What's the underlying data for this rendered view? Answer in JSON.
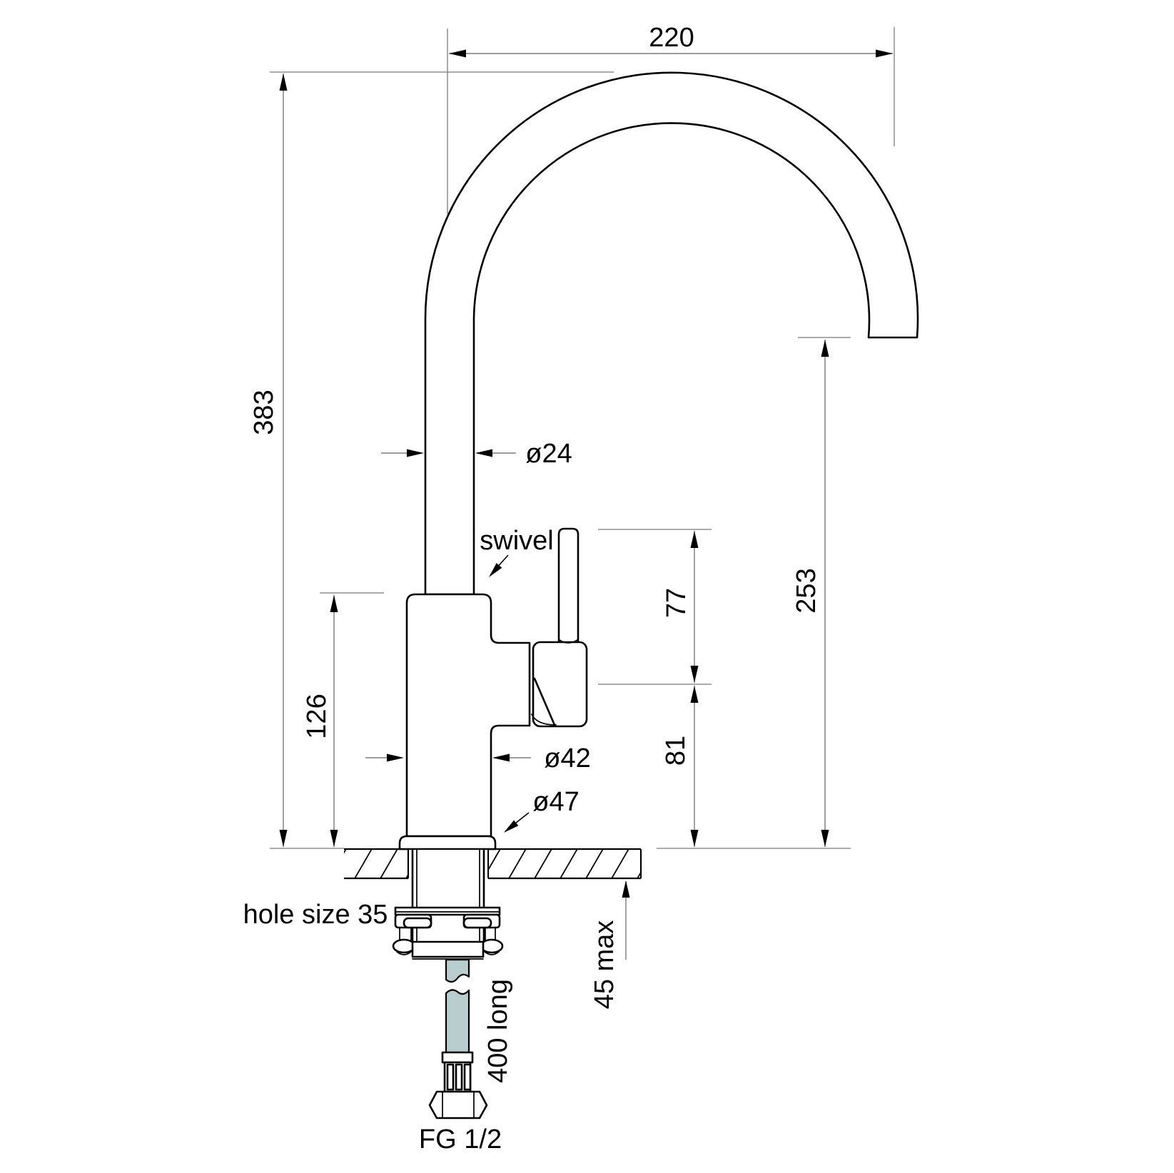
{
  "drawing": {
    "labels": {
      "spout_reach": "220",
      "overall_height": "383",
      "spout_diameter": "ø24",
      "swivel": "swivel",
      "lever_height": "77",
      "spout_clearance": "253",
      "body_height": "126",
      "body_diameter": "ø42",
      "base_diameter": "ø47",
      "handle_base_height": "81",
      "hole_size": "hole size 35",
      "bench_thickness_max": "45 max",
      "hose_length": "400 long",
      "hose_connection": "FG 1/2"
    },
    "colors": {
      "line": "#000000",
      "dimension_line": "#7b7b7b",
      "hose_fill": "#b7cdce",
      "background": "#ffffff"
    }
  }
}
